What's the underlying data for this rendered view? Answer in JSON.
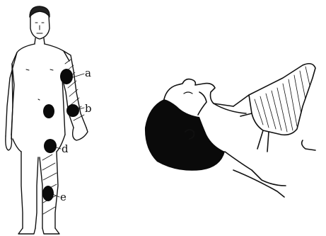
{
  "figure": {
    "panels": [
      {
        "name": "standing-figure-with-marked-points",
        "points": [
          {
            "id": "a",
            "label": "a"
          },
          {
            "id": "b",
            "label": "b"
          },
          {
            "id": "d",
            "label": "d"
          },
          {
            "id": "e",
            "label": "e"
          }
        ]
      },
      {
        "name": "head-tilted-back-illustration",
        "points": []
      }
    ],
    "colors": {
      "ink": "#111111",
      "paper": "#ffffff"
    }
  }
}
